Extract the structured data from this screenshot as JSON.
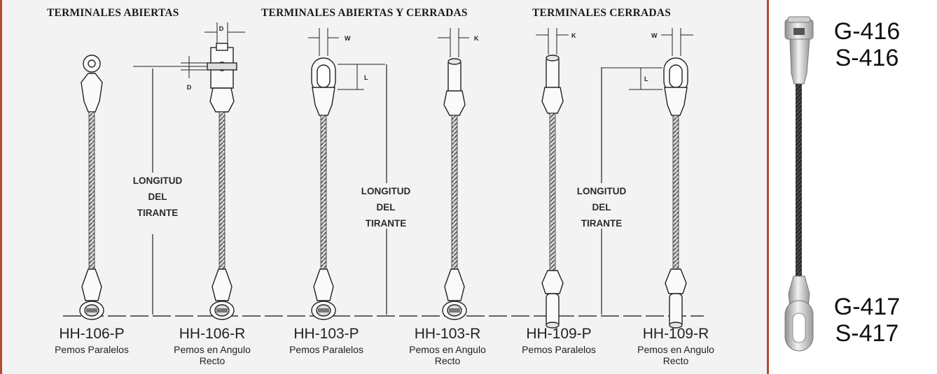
{
  "headers": {
    "open": "TERMINALES ABIERTAS",
    "open_closed": "TERMINALES ABIERTAS Y CERRADAS",
    "closed": "TERMINALES CERRADAS"
  },
  "length_label": {
    "line1": "LONGITUD",
    "line2": "DEL",
    "line3": "TIRANTE"
  },
  "dimension_labels": {
    "d": "D",
    "w": "W",
    "l": "L",
    "k": "K"
  },
  "models": [
    {
      "code": "HH-106-P",
      "desc1": "Pemos Paralelos",
      "desc2": ""
    },
    {
      "code": "HH-106-R",
      "desc1": "Pemos en Angulo",
      "desc2": "Recto"
    },
    {
      "code": "HH-103-P",
      "desc1": "Pemos Paralelos",
      "desc2": ""
    },
    {
      "code": "HH-103-R",
      "desc1": "Pemos en Angulo",
      "desc2": "Recto"
    },
    {
      "code": "HH-109-P",
      "desc1": "Pemos Paralelos",
      "desc2": ""
    },
    {
      "code": "HH-109-R",
      "desc1": "Pemos en Angulo",
      "desc2": "Recto"
    }
  ],
  "photo_codes": {
    "top1": "G-416",
    "top2": "S-416",
    "bottom1": "G-417",
    "bottom2": "S-417"
  },
  "colors": {
    "frame": "#b34a32",
    "panel": "#f3f3f3",
    "cable": "#555555"
  }
}
